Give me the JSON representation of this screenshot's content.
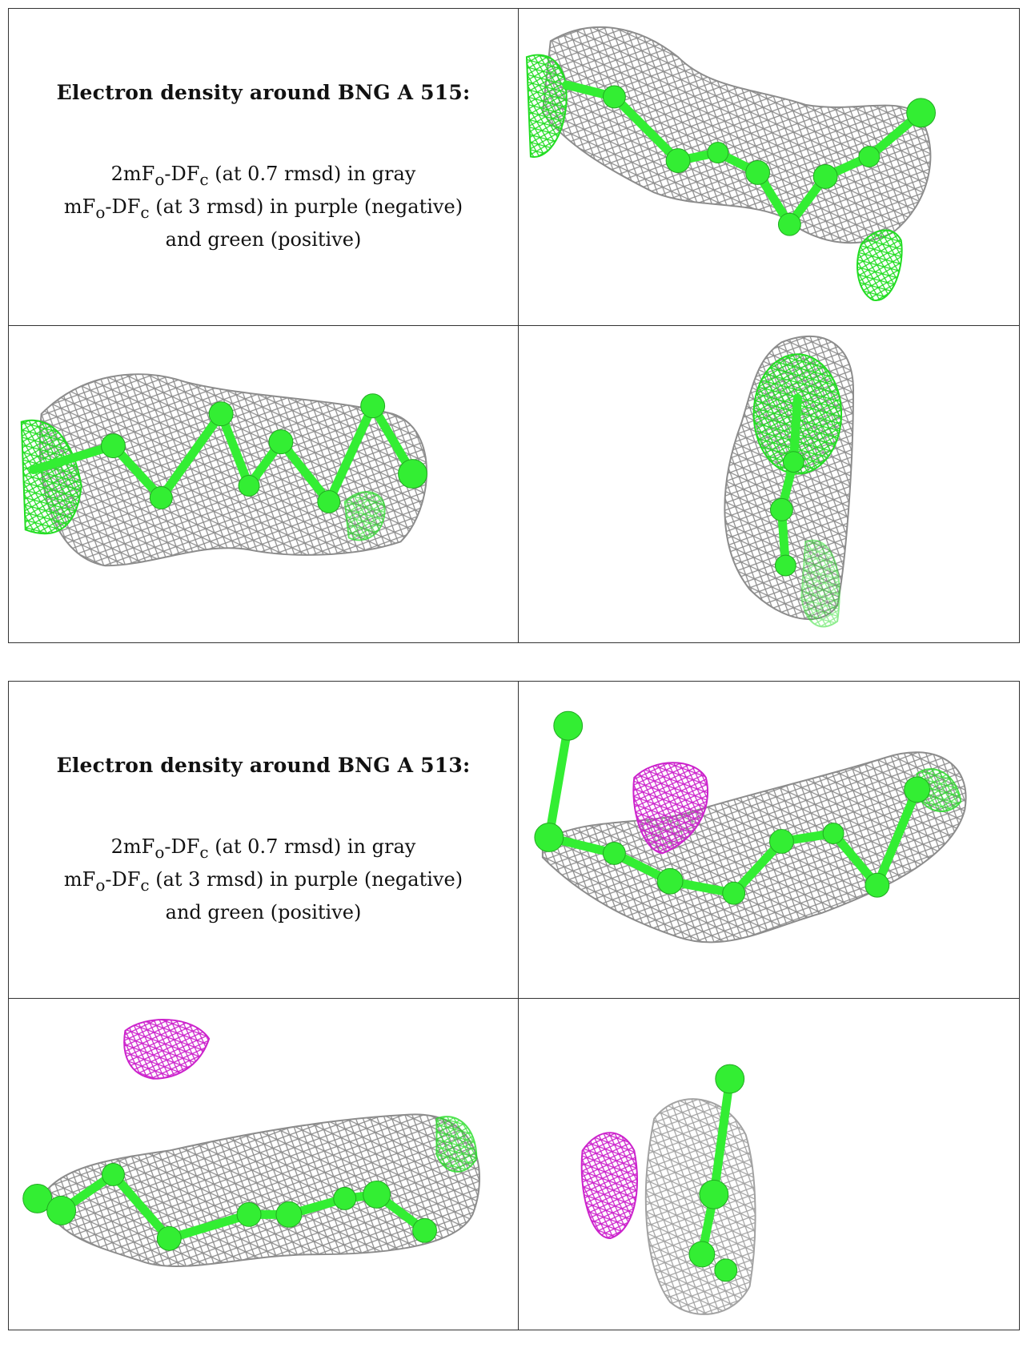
{
  "sections": [
    {
      "title": "Electron density around BNG A 515:",
      "legend": [
        "2mF",
        "o",
        "-DF",
        "c",
        " (at 0.7 rmsd) in gray",
        "mF",
        "o",
        "-DF",
        "c",
        " (at 3 rmsd) in purple (negative)",
        "and green (positive)"
      ]
    },
    {
      "title": "Electron density around BNG A 513:",
      "legend": [
        "2mF",
        "o",
        "-DF",
        "c",
        " (at 0.7 rmsd) in gray",
        "mF",
        "o",
        "-DF",
        "c",
        " (at 3 rmsd) in purple (negative)",
        "and green (positive)"
      ]
    }
  ],
  "colors": {
    "mesh_2fofc": "#8c8c8c",
    "mesh_positive": "#22dd22",
    "mesh_negative": "#cc22cc",
    "ligand": "#33ee33",
    "border": "#333333"
  }
}
